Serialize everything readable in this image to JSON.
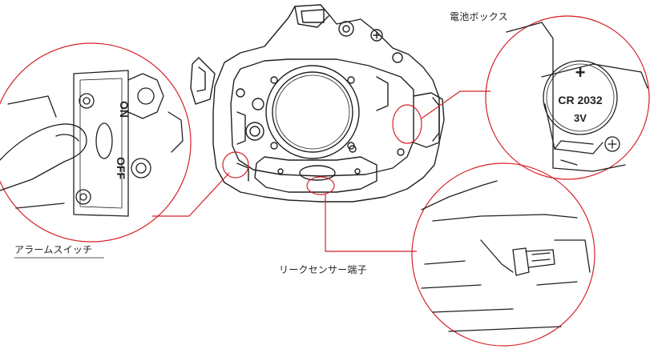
{
  "labels": {
    "battery_box": "電池ボックス",
    "alarm_switch": "アラームスイッチ",
    "leak_sensor_terminal": "リークセンサー端子"
  },
  "alarm_switch_detail": {
    "on_text": "ON",
    "off_text": "OFF"
  },
  "battery_detail": {
    "plus_sign": "+",
    "model_text": "CR 2032",
    "voltage_text": "3V"
  },
  "colors": {
    "line_art": "#231f20",
    "callout": "#d3222a",
    "background": "#ffffff"
  }
}
